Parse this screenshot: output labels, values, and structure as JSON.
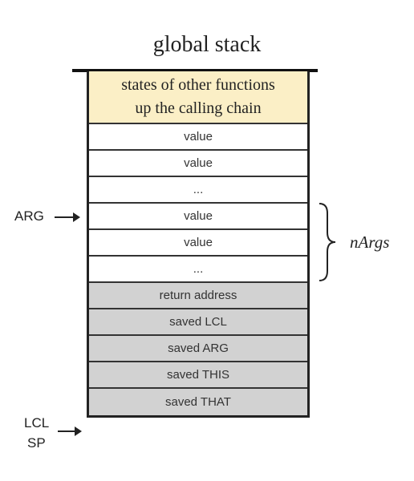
{
  "diagram": {
    "title": "global stack",
    "top_block_lines": [
      "states of other functions",
      "up the calling chain"
    ],
    "cells": [
      {
        "text": "value",
        "kind": "plain"
      },
      {
        "text": "value",
        "kind": "plain"
      },
      {
        "text": "...",
        "kind": "plain"
      },
      {
        "text": "value",
        "kind": "plain"
      },
      {
        "text": "value",
        "kind": "plain"
      },
      {
        "text": "...",
        "kind": "plain"
      },
      {
        "text": "return address",
        "kind": "frame"
      },
      {
        "text": "saved LCL",
        "kind": "frame"
      },
      {
        "text": "saved ARG",
        "kind": "frame"
      },
      {
        "text": "saved THIS",
        "kind": "frame"
      },
      {
        "text": "saved THAT",
        "kind": "frame"
      }
    ],
    "arg_label": "ARG",
    "lcl_label": "LCL",
    "sp_label": "SP",
    "brace_label": "nArgs",
    "colors": {
      "highlight": "#fbefc6",
      "frame": "#d2d2d2"
    }
  }
}
